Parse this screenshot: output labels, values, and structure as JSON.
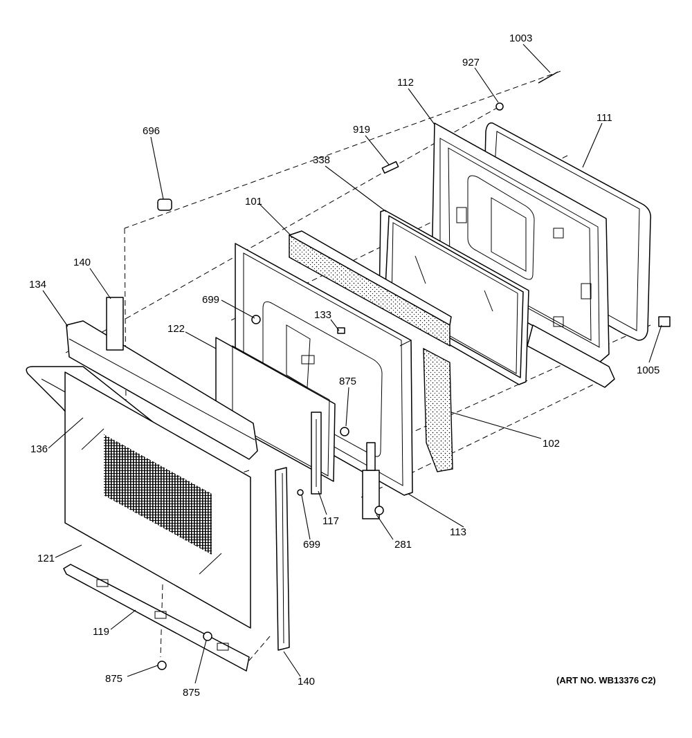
{
  "diagram": {
    "art_number": "(ART NO. WB13376 C2)",
    "callouts": [
      {
        "id": "c1003",
        "text": "1003"
      },
      {
        "id": "c927",
        "text": "927"
      },
      {
        "id": "c112",
        "text": "112"
      },
      {
        "id": "c111",
        "text": "111"
      },
      {
        "id": "c919",
        "text": "919"
      },
      {
        "id": "c338",
        "text": "338"
      },
      {
        "id": "c696",
        "text": "696"
      },
      {
        "id": "c101",
        "text": "101"
      },
      {
        "id": "c140a",
        "text": "140"
      },
      {
        "id": "c134",
        "text": "134"
      },
      {
        "id": "c699a",
        "text": "699"
      },
      {
        "id": "c133",
        "text": "133"
      },
      {
        "id": "c122",
        "text": "122"
      },
      {
        "id": "c1005",
        "text": "1005"
      },
      {
        "id": "c875a",
        "text": "875"
      },
      {
        "id": "c102",
        "text": "102"
      },
      {
        "id": "c136",
        "text": "136"
      },
      {
        "id": "c117",
        "text": "117"
      },
      {
        "id": "c113",
        "text": "113"
      },
      {
        "id": "c699b",
        "text": "699"
      },
      {
        "id": "c281",
        "text": "281"
      },
      {
        "id": "c121",
        "text": "121"
      },
      {
        "id": "c119",
        "text": "119"
      },
      {
        "id": "c875b",
        "text": "875"
      },
      {
        "id": "c875c",
        "text": "875"
      },
      {
        "id": "c140b",
        "text": "140"
      }
    ]
  }
}
